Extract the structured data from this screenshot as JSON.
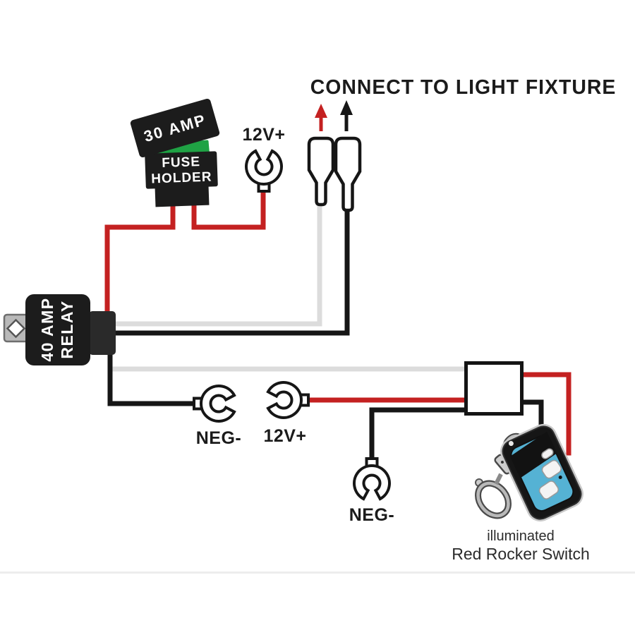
{
  "title": "CONNECT TO LIGHT FIXTURE",
  "fuse": {
    "rating": "30 AMP",
    "holder_line1": "FUSE",
    "holder_line2": "HOLDER"
  },
  "relay": {
    "line1": "40 AMP",
    "line2": "RELAY"
  },
  "terminals": {
    "top_positive": {
      "label": "12V+"
    },
    "mid_negative": {
      "label": "NEG-"
    },
    "mid_positive": {
      "label": "12V+"
    },
    "bottom_negative": {
      "label": "NEG-"
    }
  },
  "caption": {
    "line1": "illuminated",
    "line2": "Red Rocker Switch"
  },
  "colors": {
    "wire_red": "#c42121",
    "wire_black": "#161616",
    "wire_white": "#dcdcdc",
    "fuse_green": "#1fa244",
    "component_black": "#1c1c1c",
    "remote_teal": "#55b2d4",
    "text_black": "#1b1b1b"
  },
  "icons": {
    "red_arrow_up": "arrow-up",
    "black_arrow_up": "arrow-up",
    "ring_terminal": "horseshoe-ring-shape",
    "spade_terminal": "female-spade-shape",
    "relay_mount_tab": "metal-tab-diamond-hole",
    "remote_fob": "keyfob-shape",
    "keychain": "lobster-clasp-shape"
  }
}
